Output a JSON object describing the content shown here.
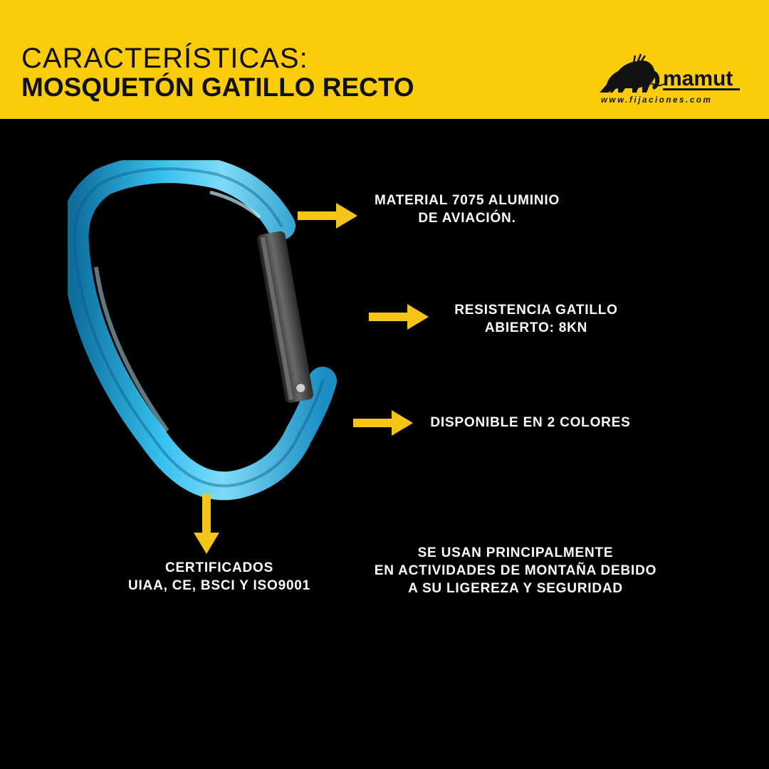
{
  "header": {
    "title_line1": "CARACTERÍSTICAS:",
    "title_line2": "MOSQUETÓN GATILLO RECTO",
    "background_color": "#FACC0A"
  },
  "logo": {
    "brand": "mamut",
    "url_text": "www.fijaciones.com",
    "icon": "mammoth-icon"
  },
  "product": {
    "icon": "carabiner-image",
    "frame_color": "#2FB4E6",
    "gate_color": "#3A3A3A"
  },
  "features": {
    "material": {
      "line1": "MATERIAL 7075 ALUMINIO",
      "line2": "DE AVIACIÓN."
    },
    "resistance": {
      "line1": "RESISTENCIA GATILLO",
      "line2": "ABIERTO: 8KN"
    },
    "colors": {
      "line1": "DISPONIBLE EN 2 COLORES"
    },
    "certified": {
      "line1": "CERTIFICADOS",
      "line2": "UIAA, CE, BSCI Y ISO9001"
    },
    "usage": {
      "line1": "SE USAN PRINCIPALMENTE",
      "line2": "EN ACTIVIDADES DE MONTAÑA DEBIDO",
      "line3": "A SU LIGEREZA Y SEGURIDAD"
    }
  },
  "arrow_color": "#F5C518"
}
